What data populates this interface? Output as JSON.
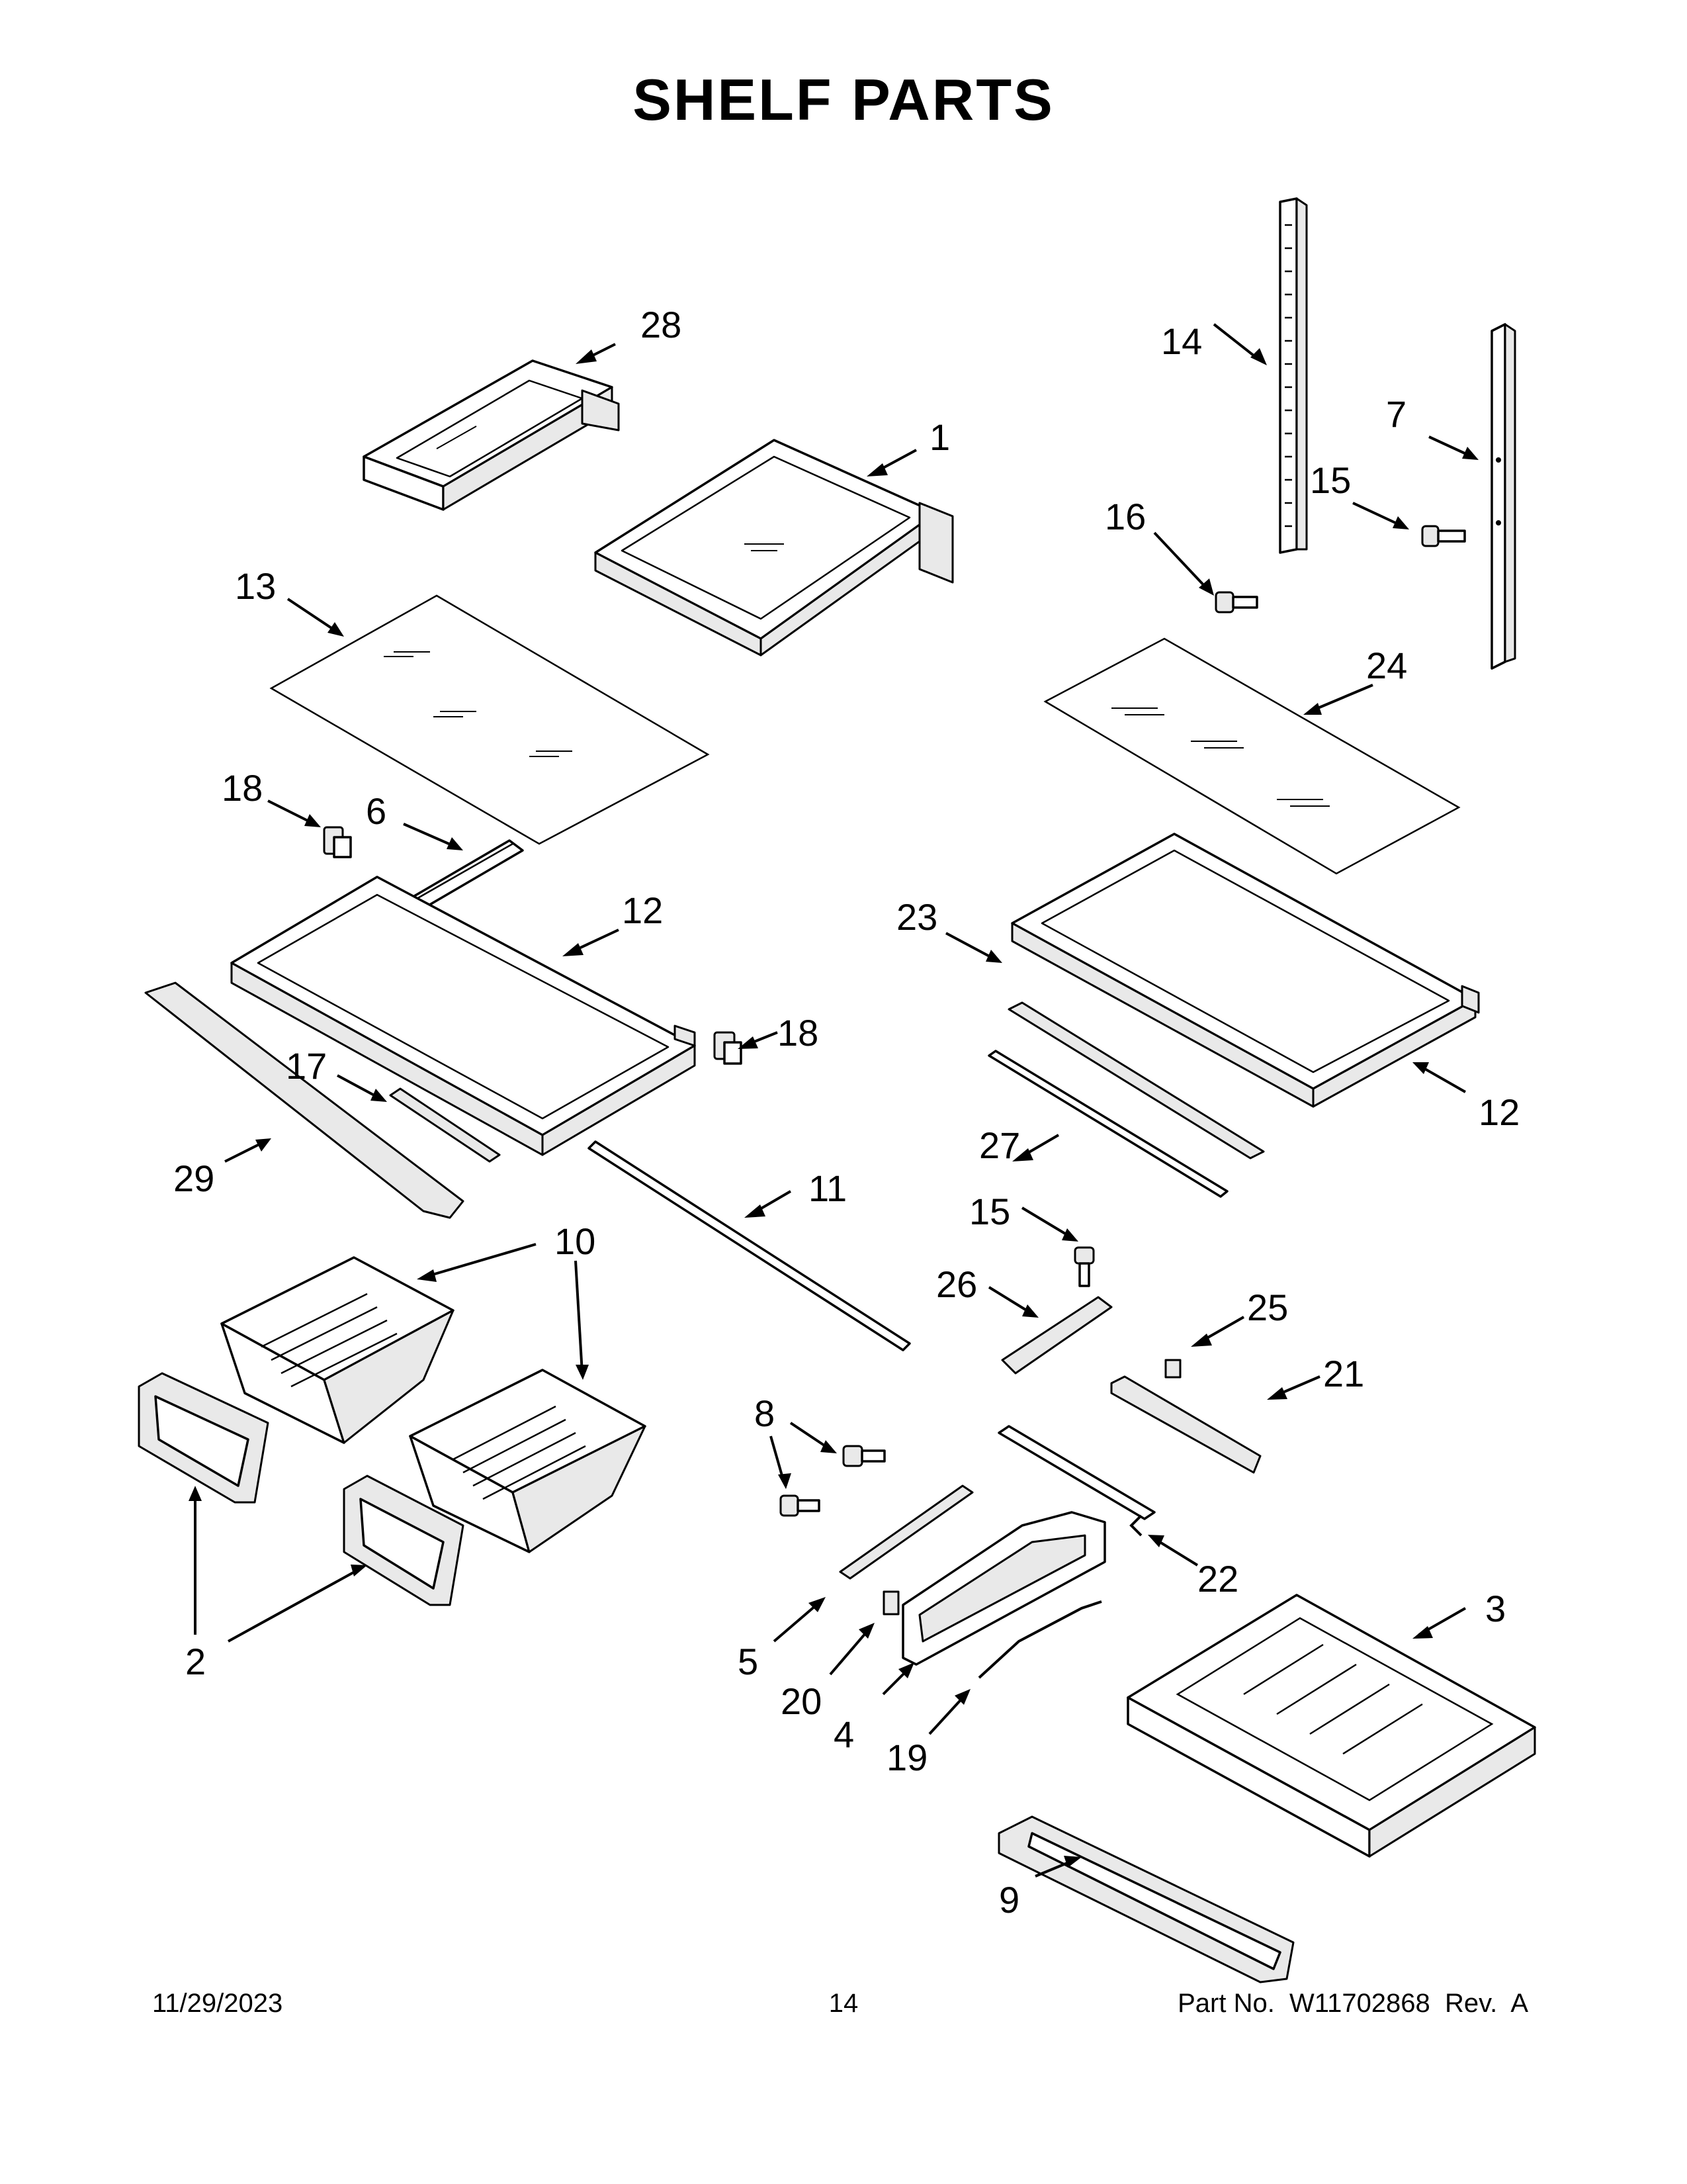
{
  "title": "SHELF PARTS",
  "callouts": {
    "p1": "1",
    "p2": "2",
    "p3": "3",
    "p4": "4",
    "p5": "5",
    "p6": "6",
    "p7": "7",
    "p8": "8",
    "p9": "9",
    "p10": "10",
    "p11": "11",
    "p12a": "12",
    "p12b": "12",
    "p13": "13",
    "p14": "14",
    "p15a": "15",
    "p15b": "15",
    "p16": "16",
    "p17": "17",
    "p18a": "18",
    "p18b": "18",
    "p19": "19",
    "p20": "20",
    "p21": "21",
    "p22": "22",
    "p23": "23",
    "p24": "24",
    "p25": "25",
    "p26": "26",
    "p27": "27",
    "p28": "28",
    "p29": "29"
  },
  "footer": {
    "date": "11/29/2023",
    "page": "14",
    "part": "Part No.  W11702868  Rev.  A"
  }
}
